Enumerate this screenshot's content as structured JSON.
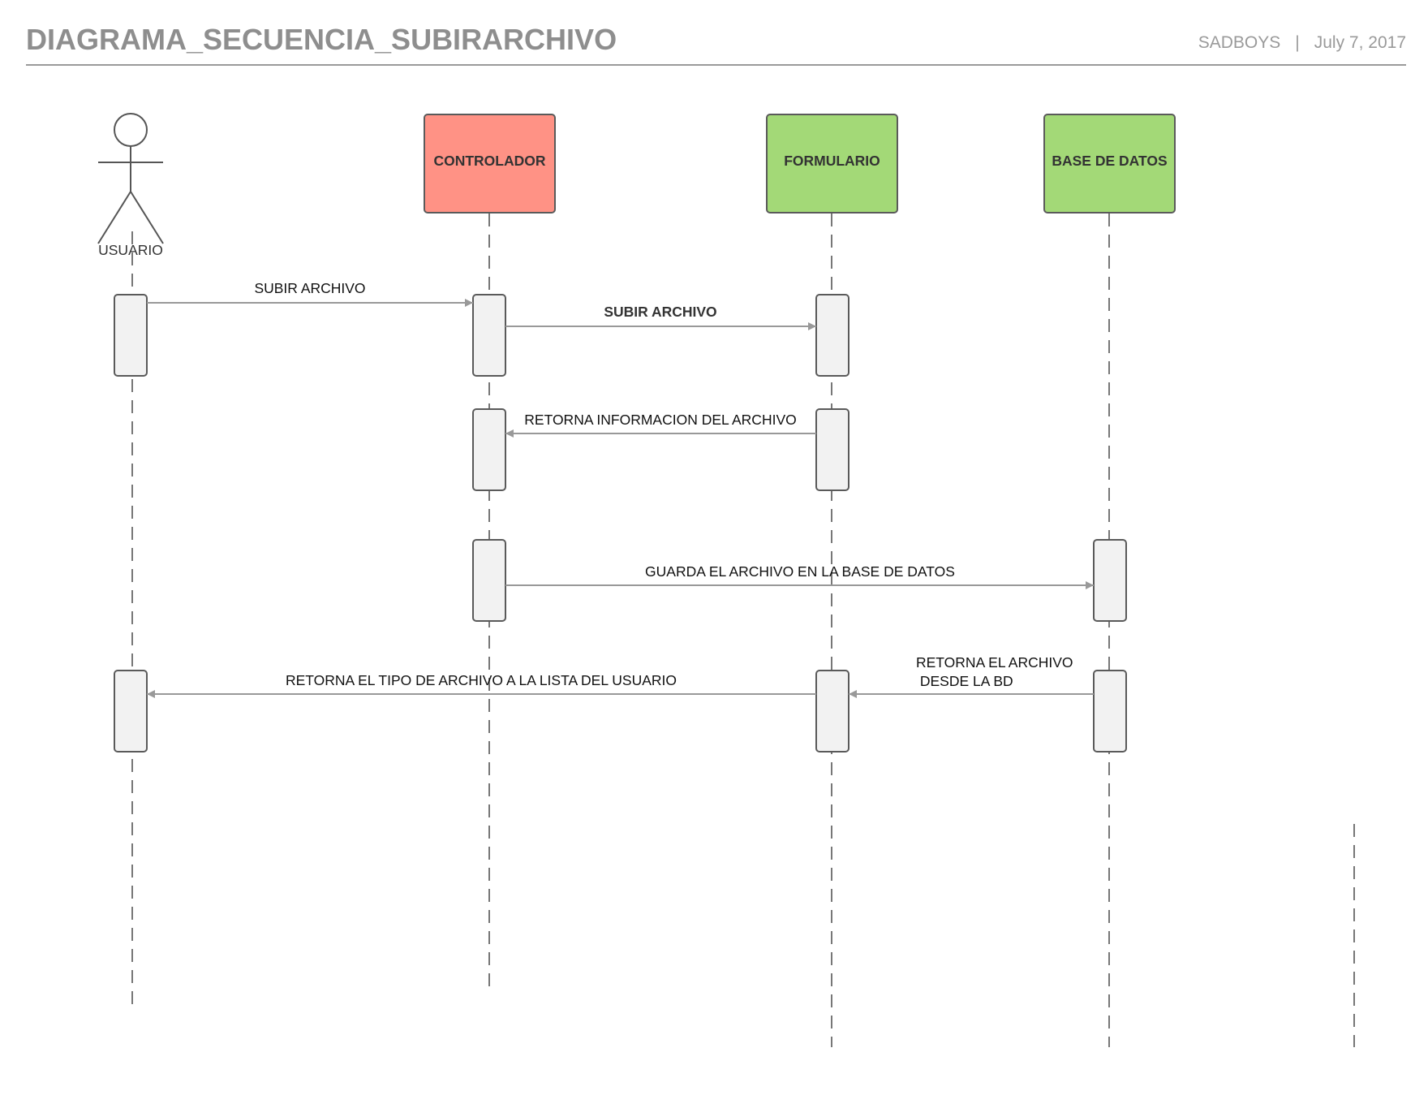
{
  "header": {
    "title": "DIAGRAMA_SECUENCIA_SUBIRARCHIVO",
    "author": "SADBOYS",
    "separator": "|",
    "date": "July 7, 2017"
  },
  "participants": [
    {
      "id": "usuario",
      "label": "USUARIO",
      "kind": "actor"
    },
    {
      "id": "controlador",
      "label": "CONTROLADOR",
      "kind": "box",
      "color": "#ff9285"
    },
    {
      "id": "formulario",
      "label": "FORMULARIO",
      "kind": "box",
      "color": "#a3d977"
    },
    {
      "id": "basedatos",
      "label": "BASE DE DATOS",
      "kind": "box",
      "color": "#a3d977"
    }
  ],
  "messages": [
    {
      "from": "usuario",
      "to": "controlador",
      "label": [
        "SUBIR ARCHIVO"
      ],
      "bold": false
    },
    {
      "from": "controlador",
      "to": "formulario",
      "label": [
        "SUBIR ARCHIVO"
      ],
      "bold": true
    },
    {
      "from": "formulario",
      "to": "controlador",
      "label": [
        "RETORNA INFORMACION DEL ARCHIVO"
      ],
      "bold": false
    },
    {
      "from": "controlador",
      "to": "basedatos",
      "label": [
        "GUARDA EL ARCHIVO EN LA BASE DE DATOS"
      ],
      "bold": false
    },
    {
      "from": "basedatos",
      "to": "formulario",
      "label": [
        "RETORNA EL ARCHIVO",
        " DESDE LA BD"
      ],
      "bold": false
    },
    {
      "from": "formulario",
      "to": "usuario",
      "label": [
        "RETORNA EL TIPO DE ARCHIVO A LA LISTA DEL USUARIO"
      ],
      "bold": false
    }
  ],
  "colors": {
    "line": "#777777",
    "arrow": "#999999",
    "activation_fill": "#f2f2f2",
    "border": "#5a5a5a"
  }
}
